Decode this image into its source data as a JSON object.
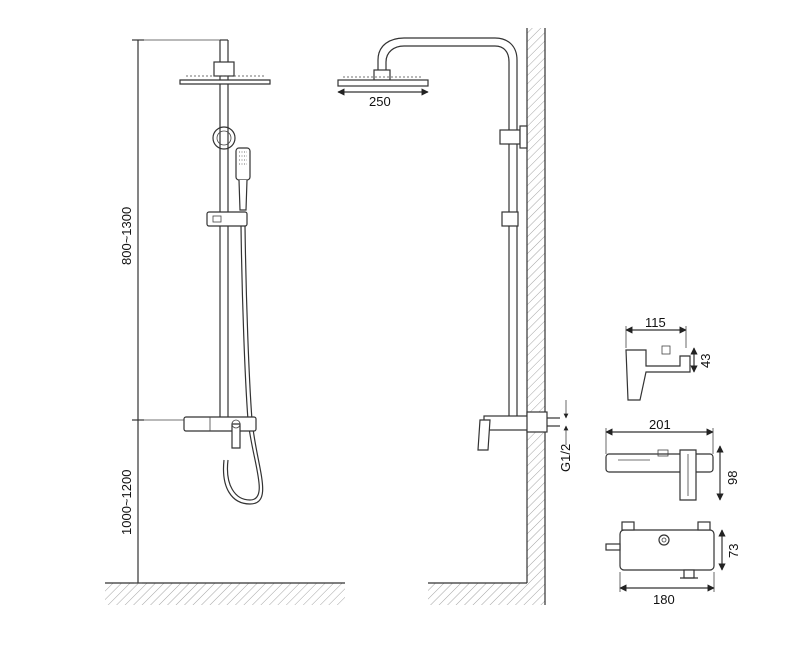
{
  "dimensions": {
    "shower_head_diameter": "250",
    "riser_height_range": "800~1300",
    "mixer_height_range": "1000~1200",
    "inlet_thread": "G1/2",
    "handle_width": "115",
    "handle_height": "43",
    "mixer_length": "201",
    "mixer_height": "98",
    "mixer_back_length": "180",
    "mixer_back_height": "73"
  }
}
